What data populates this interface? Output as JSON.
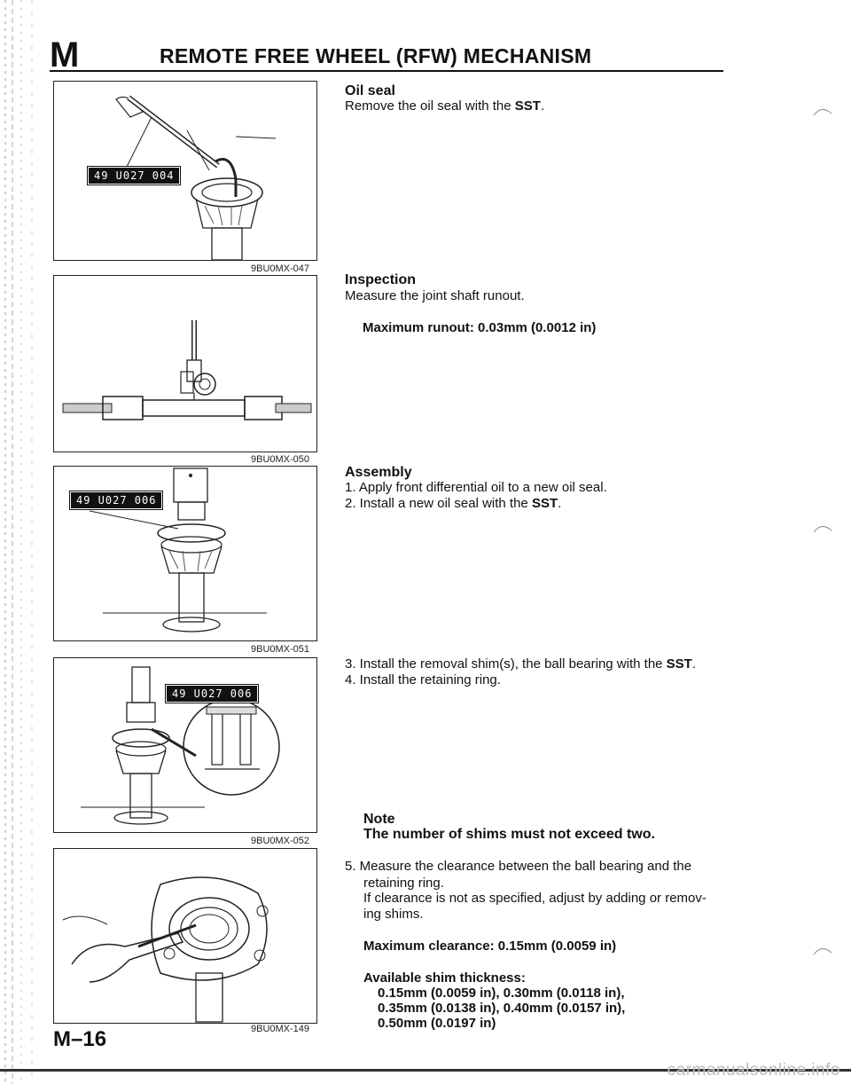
{
  "header": {
    "section_letter": "M",
    "title": "REMOTE FREE WHEEL (RFW) MECHANISM"
  },
  "figures": [
    {
      "code": "9BU0MX-047",
      "sst_label": "49 U027 004"
    },
    {
      "code": "9BU0MX-050"
    },
    {
      "code": "9BU0MX-051",
      "sst_label": "49 U027 006"
    },
    {
      "code": "9BU0MX-052",
      "sst_label": "49 U027 006"
    },
    {
      "code": "9BU0MX-149"
    }
  ],
  "sections": {
    "oil_seal": {
      "heading": "Oil seal",
      "text_prefix": "Remove the oil seal with the ",
      "tool": "SST",
      "text_suffix": "."
    },
    "inspection": {
      "heading": "Inspection",
      "text": "Measure the joint shaft runout.",
      "spec": "Maximum runout: 0.03mm (0.0012 in)"
    },
    "assembly": {
      "heading": "Assembly",
      "step1": "1. Apply front differential oil to a new oil seal.",
      "step2_prefix": "2. Install a new oil seal with the ",
      "step2_tool": "SST",
      "step2_suffix": ".",
      "step3_prefix": "3. Install the removal shim(s), the ball bearing with the ",
      "step3_tool": "SST",
      "step3_suffix": ".",
      "step4": "4. Install the retaining ring.",
      "note_label": "Note",
      "note_text": "The number of shims must not exceed two.",
      "step5_line1": "5. Measure the clearance between the ball bearing and the",
      "step5_line2": "retaining ring.",
      "step5_line3": "If clearance is not as specified, adjust by adding or remov-",
      "step5_line4": "ing shims.",
      "spec_clearance": "Maximum clearance: 0.15mm (0.0059 in)",
      "shim_heading": "Available shim thickness:",
      "shim_line1": "0.15mm (0.0059 in), 0.30mm (0.0118 in),",
      "shim_line2": "0.35mm (0.0138 in), 0.40mm (0.0157 in),",
      "shim_line3": "0.50mm (0.0197 in)"
    }
  },
  "page_number": "M–16",
  "watermark": "carmanualsonline.info"
}
